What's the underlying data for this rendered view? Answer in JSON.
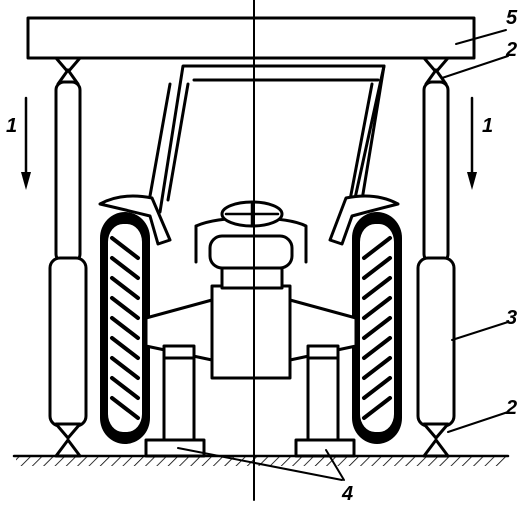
{
  "diagram": {
    "callouts": {
      "label_5": "5",
      "label_2_top": "2",
      "label_1_left": "1",
      "label_1_right": "1",
      "label_3": "3",
      "label_2_bottom": "2",
      "label_4": "4"
    }
  }
}
